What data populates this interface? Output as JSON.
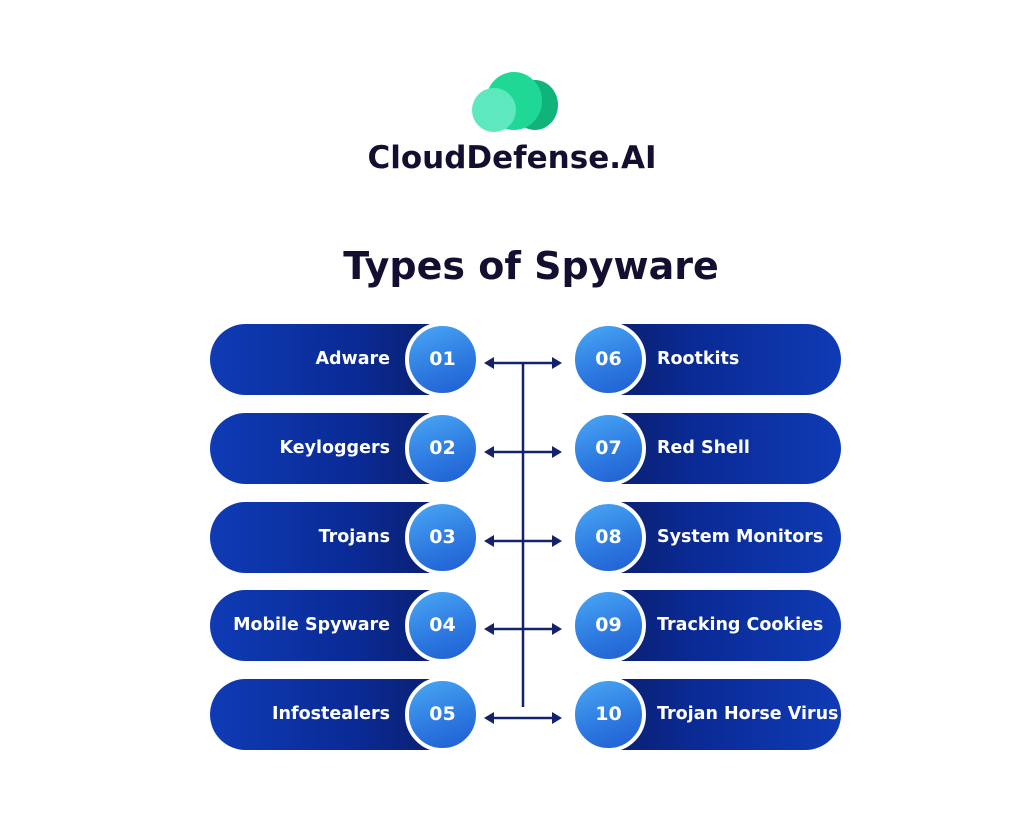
{
  "brand": {
    "name": "CloudDefense.AI",
    "logo_colors": [
      "#5ee8bd",
      "#1fd896",
      "#10b47a"
    ]
  },
  "title": "Types of Spyware",
  "colors": {
    "pill_dark": "#0b1a5e",
    "pill_bright": "#0f3bb5",
    "badge": "#2c78e0",
    "connector": "#14226b",
    "heading": "#140f30"
  },
  "left_items": [
    {
      "number": "01",
      "label": "Adware"
    },
    {
      "number": "02",
      "label": "Keyloggers"
    },
    {
      "number": "03",
      "label": "Trojans"
    },
    {
      "number": "04",
      "label": "Mobile Spyware"
    },
    {
      "number": "05",
      "label": "Infostealers"
    }
  ],
  "right_items": [
    {
      "number": "06",
      "label": "Rootkits"
    },
    {
      "number": "07",
      "label": "Red Shell"
    },
    {
      "number": "08",
      "label": "System Monitors"
    },
    {
      "number": "09",
      "label": "Tracking Cookies"
    },
    {
      "number": "10",
      "label": "Trojan Horse Virus"
    }
  ]
}
